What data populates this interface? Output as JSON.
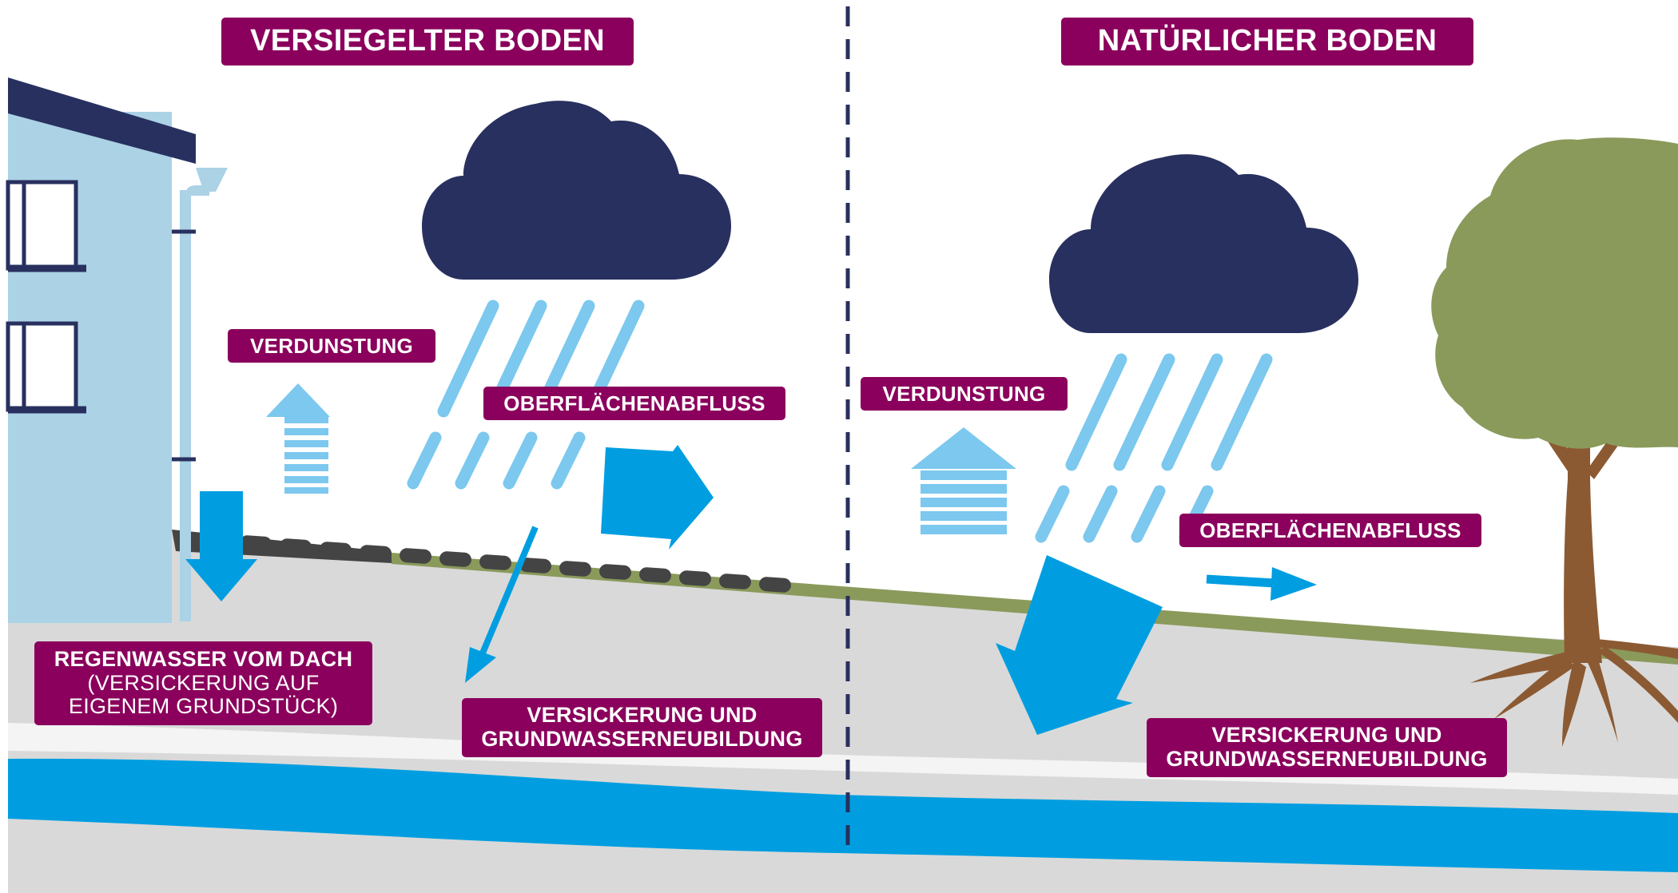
{
  "left_panel": {
    "title": "VERSIEGELTER BODEN",
    "evaporation": "VERDUNSTUNG",
    "runoff": "OBERFLÄCHENABFLUSS",
    "roof_water_line1": "REGENWASSER VOM DACH",
    "roof_water_line2": "(VERSICKERUNG AUF",
    "roof_water_line3": "EIGENEM GRUNDSTÜCK)",
    "infiltration_line1": "VERSICKERUNG UND",
    "infiltration_line2": "GRUNDWASSERNEUBILDUNG"
  },
  "right_panel": {
    "title": "NATÜRLICHER BODEN",
    "evaporation": "VERDUNSTUNG",
    "runoff": "OBERFLÄCHENABFLUSS",
    "infiltration_line1": "VERSICKERUNG UND",
    "infiltration_line2": "GRUNDWASSERNEUBILDUNG"
  },
  "icons": [
    "house-icon",
    "downpipe-icon",
    "cloud-icon",
    "rain-icon",
    "tree-icon",
    "arrow-icon",
    "paving-stones-icon",
    "groundwater-band"
  ],
  "colors": {
    "label_bg": "#8a005c",
    "cloud": "#28305f",
    "rain": "#7cc8ee",
    "arrow": "#009ee0",
    "soil": "#d9d9d9",
    "groundwater": "#009ee0",
    "grass": "#8a9a5b",
    "house": "#abd2e5",
    "paving": "#444444",
    "tree_crown": "#8a9a5b",
    "tree_trunk": "#8b5a33"
  }
}
